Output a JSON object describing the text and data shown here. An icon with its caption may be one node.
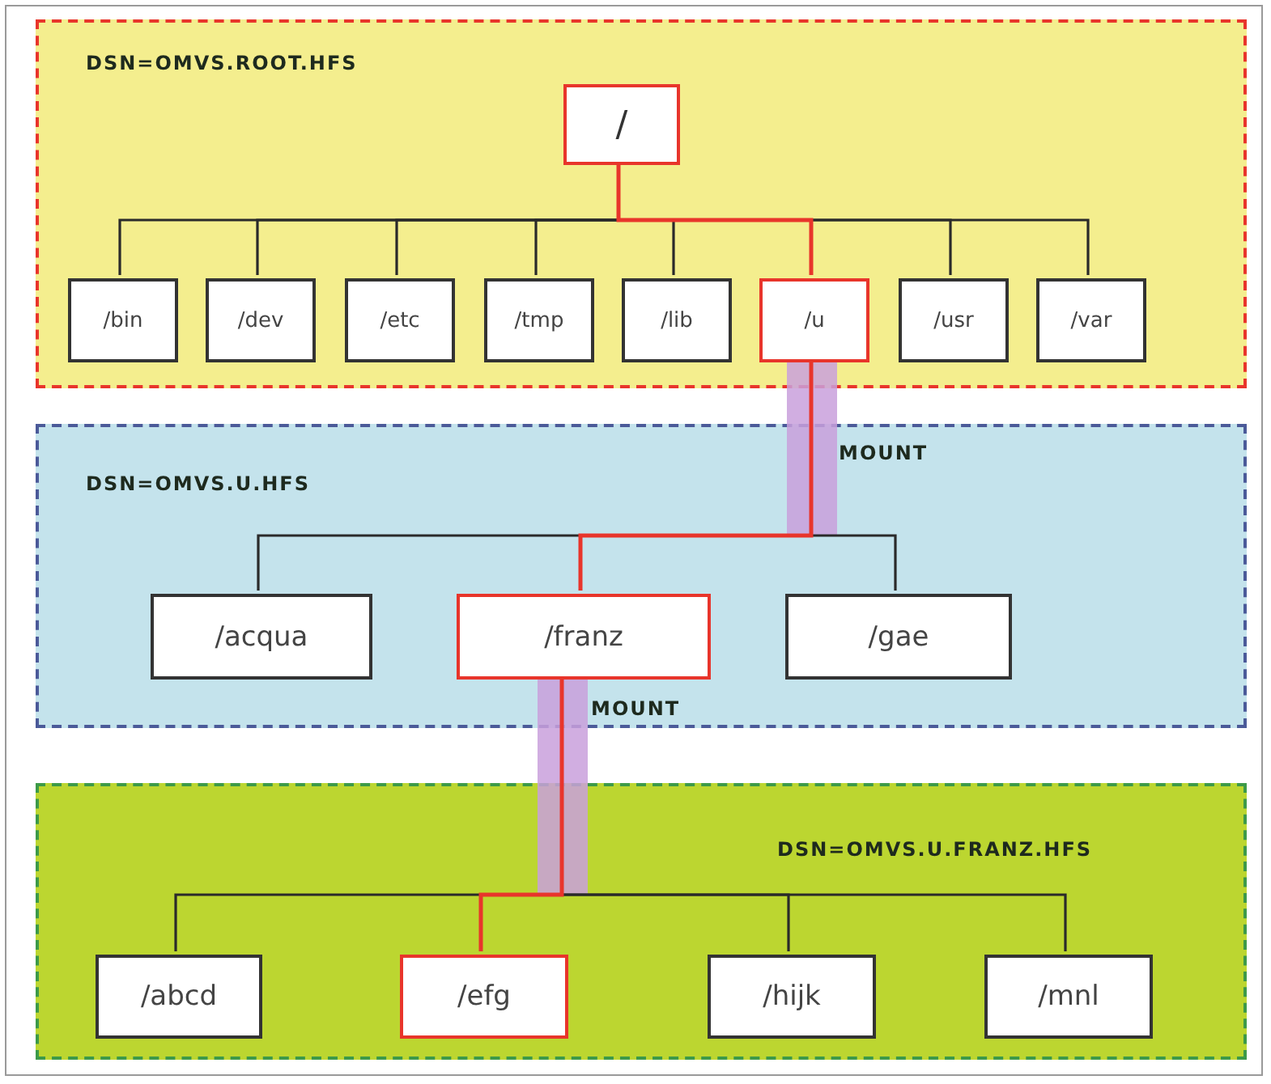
{
  "diagram": {
    "nodes": [
      {
        "text": [
          "DSN=OMVS.ROOT.HFS"
        ]
      },
      {
        "text": [
          "/"
        ],
        "in": 0
      },
      {
        "text": [
          "/bin"
        ],
        "in": 0
      },
      {
        "text": [
          "/dev"
        ],
        "in": 0
      },
      {
        "text": [
          "/etc"
        ],
        "in": 0
      },
      {
        "text": [
          "/tmp"
        ],
        "in": 0
      },
      {
        "text": [
          "/lib"
        ],
        "in": 0
      },
      {
        "text": [
          "/u"
        ],
        "in": 0
      },
      {
        "text": [
          "/usr"
        ],
        "in": 0
      },
      {
        "text": [
          "/var"
        ],
        "in": 0
      },
      {
        "text": [
          "DSN=OMVS.U.HFS"
        ]
      },
      {
        "text": [
          "/acqua"
        ],
        "in": 10
      },
      {
        "text": [
          "/franz"
        ],
        "in": 10
      },
      {
        "text": [
          "/gae"
        ],
        "in": 10
      },
      {
        "text": [
          "DSN=OMVS.U.FRANZ.HFS"
        ]
      },
      {
        "text": [
          "/abcd"
        ],
        "in": 14
      },
      {
        "text": [
          "/efg"
        ],
        "in": 14
      },
      {
        "text": [
          "/hijk"
        ],
        "in": 14
      },
      {
        "text": [
          "/mnl"
        ],
        "in": 14
      }
    ],
    "edges": [
      {
        "from": 1,
        "to": 2,
        "arrow": "none"
      },
      {
        "from": 1,
        "to": 3,
        "arrow": "none"
      },
      {
        "from": 1,
        "to": 4,
        "arrow": "none"
      },
      {
        "from": 1,
        "to": 5,
        "arrow": "none"
      },
      {
        "from": 1,
        "to": 6,
        "arrow": "none"
      },
      {
        "from": 1,
        "to": 7,
        "arrow": "none",
        "color": "#e8352b"
      },
      {
        "from": 1,
        "to": 8,
        "arrow": "none"
      },
      {
        "from": 1,
        "to": 9,
        "arrow": "none"
      },
      {
        "from": 7,
        "to": 11,
        "arrow": "none"
      },
      {
        "from": 7,
        "to": 12,
        "arrow": "none",
        "label": "MOUNT",
        "color": "#e8352b"
      },
      {
        "from": 7,
        "to": 13,
        "arrow": "none"
      },
      {
        "from": 12,
        "to": 15,
        "arrow": "none"
      },
      {
        "from": 12,
        "to": 16,
        "arrow": "none",
        "label": "MOUNT",
        "color": "#e8352b"
      },
      {
        "from": 12,
        "to": 17,
        "arrow": "none"
      },
      {
        "from": 12,
        "to": 18,
        "arrow": "none"
      }
    ]
  }
}
